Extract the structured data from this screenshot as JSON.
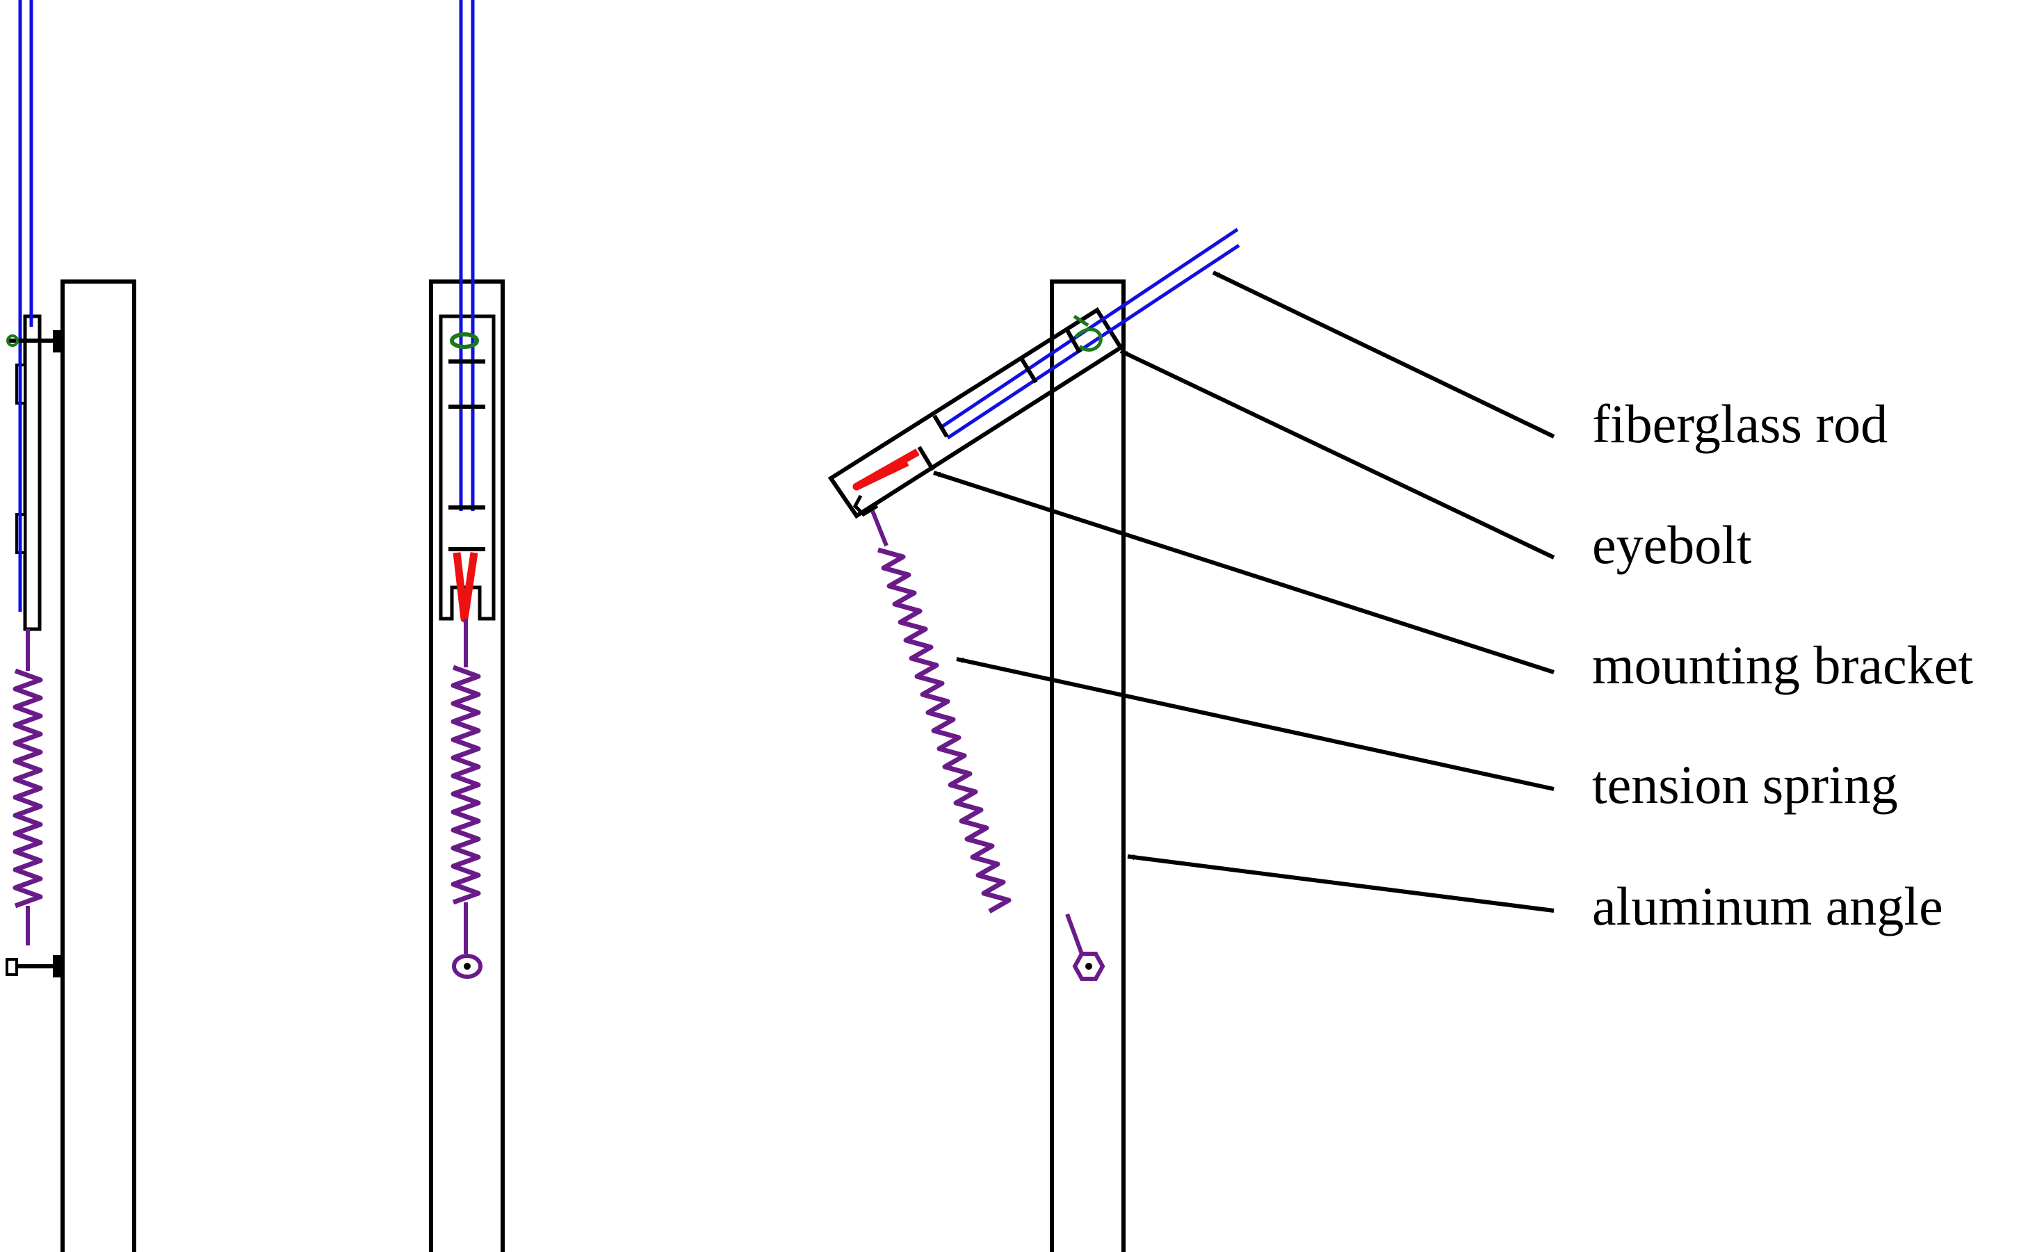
{
  "colors": {
    "outline": "#000000",
    "rod": "#1010e0",
    "eyebolt": "#1a7a1a",
    "clip": "#ee1111",
    "spring": "#6a1b8a",
    "background": "#ffffff"
  },
  "labels": {
    "fiberglass_rod": "fiberglass rod",
    "eyebolt": "eyebolt",
    "mounting_bracket": "mounting bracket",
    "tension_spring": "tension spring",
    "aluminum_angle": "aluminum angle"
  },
  "views": [
    {
      "id": "side-view",
      "pose": "upright, side"
    },
    {
      "id": "front-view",
      "pose": "upright, front"
    },
    {
      "id": "deflected-view",
      "pose": "deflected"
    }
  ]
}
